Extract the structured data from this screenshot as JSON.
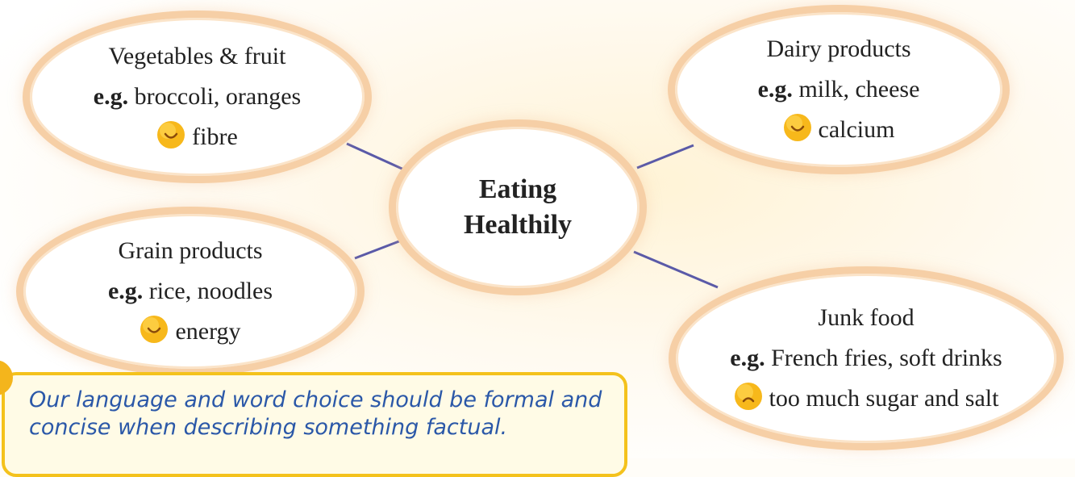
{
  "center": {
    "line1": "Eating",
    "line2": "Healthily"
  },
  "groups": {
    "vegetables": {
      "title": "Vegetables & fruit",
      "eg_prefix": "e.g.",
      "examples": "broccoli, oranges",
      "effect_icon": "smile-icon",
      "effect": "fibre"
    },
    "dairy": {
      "title": "Dairy products",
      "eg_prefix": "e.g.",
      "examples": "milk, cheese",
      "effect_icon": "smile-icon",
      "effect": "calcium"
    },
    "grain": {
      "title": "Grain products",
      "eg_prefix": "e.g.",
      "examples": "rice, noodles",
      "effect_icon": "smile-icon",
      "effect": "energy"
    },
    "junk": {
      "title": "Junk food",
      "eg_prefix": "e.g.",
      "examples": "French fries, soft drinks",
      "effect_icon": "frown-icon",
      "effect": "too much sugar and salt"
    }
  },
  "tip": {
    "text": "Our language and word choice should be formal and concise when describing something factual."
  },
  "colors": {
    "bubble_border": "#f6cfa6",
    "connector": "#5a5aa8",
    "emoji": "#f7b81b",
    "tip_border": "#f4c21c",
    "tip_text": "#2b58a8"
  }
}
